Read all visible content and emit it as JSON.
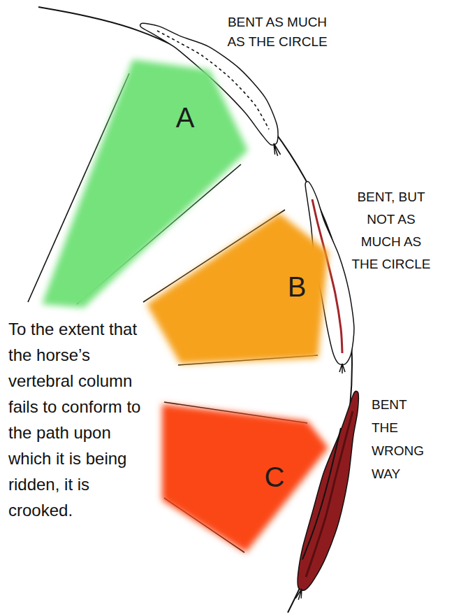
{
  "diagram": {
    "nodes": [
      {
        "text": [
          "A"
        ]
      },
      {
        "text": [
          "B"
        ]
      },
      {
        "text": [
          "C"
        ]
      }
    ],
    "labels": [
      "BENT AS MUCH AS THE CIRCLE",
      "BENT, BUT NOT AS MUCH AS THE CIRCLE",
      "BENT THE WRONG WAY",
      "To the extent that the horse’s vertebral column fails to conform to the path upon which it is being ridden, it is crooked."
    ]
  }
}
